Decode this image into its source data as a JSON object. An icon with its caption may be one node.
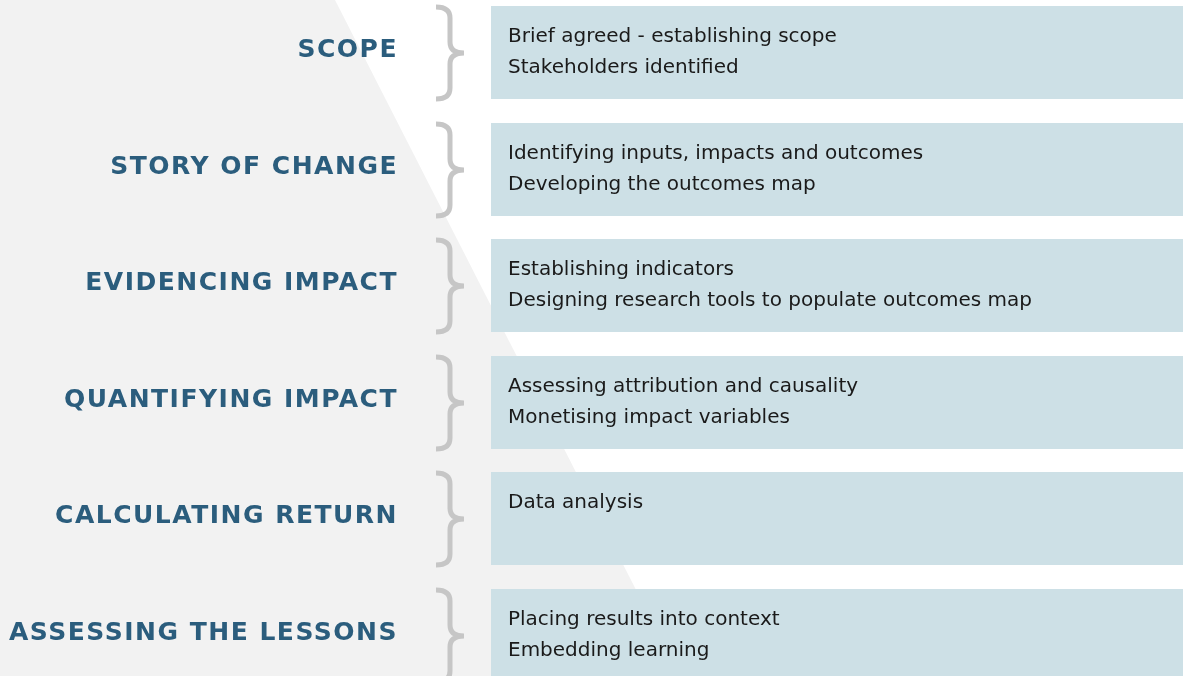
{
  "diagram": {
    "nodes": [
      {
        "text": [
          "Brief agreed - establishing scope",
          "Stakeholders identified"
        ],
        "beside": [
          "SCOPE"
        ]
      },
      {
        "text": [
          "Identifying inputs, impacts and outcomes",
          "Developing the outcomes map"
        ],
        "beside": [
          "STORY OF CHANGE"
        ]
      },
      {
        "text": [
          "Establishing indicators",
          "Designing research tools to populate outcomes map"
        ],
        "beside": [
          "EVIDENCING IMPACT"
        ]
      },
      {
        "text": [
          "Assessing attribution and causality",
          "Monetising impact variables"
        ],
        "beside": [
          "QUANTIFYING IMPACT"
        ]
      },
      {
        "text": [
          "Data analysis"
        ],
        "beside": [
          "CALCULATING RETURN"
        ]
      },
      {
        "text": [
          "Placing results into context",
          "Embedding learning"
        ],
        "beside": [
          "ASSESSING THE LESSONS"
        ]
      }
    ],
    "edges": []
  }
}
